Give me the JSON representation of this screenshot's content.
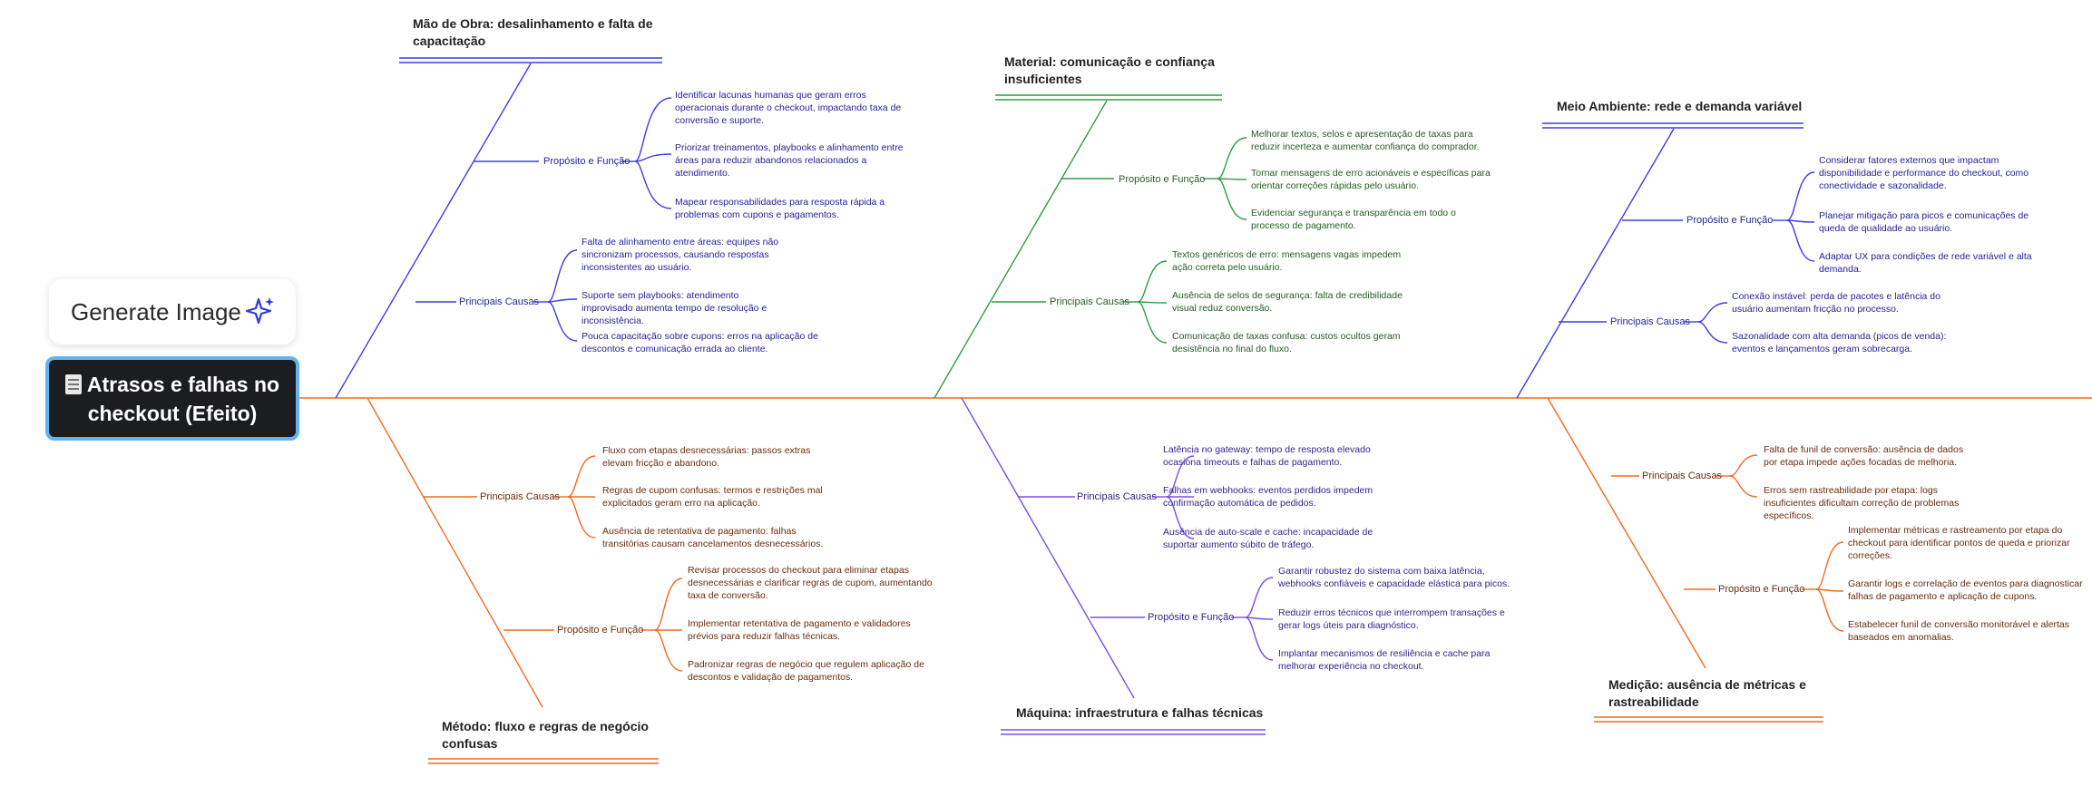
{
  "generate_button": {
    "label": "Generate Image",
    "icon": "sparkle-icon"
  },
  "effect": {
    "icon": "document-icon",
    "label": "Atrasos e falhas no checkout (Efeito)"
  },
  "colors": {
    "spine": "#f26a21",
    "mao_de_obra": "#3d3de0",
    "material": "#2f9e44",
    "meio_ambiente": "#3d3de0",
    "metodo": "#f26a21",
    "maquina": "#7b4de8",
    "medicao": "#f26a21"
  },
  "categories": {
    "mao_de_obra": {
      "title": "Mão de Obra: desalinhamento e falta de capacitação",
      "proposito": {
        "label": "Propósito e Função",
        "items": [
          "Identificar lacunas humanas que geram erros operacionais durante o checkout, impactando taxa de conversão e suporte.",
          "Priorizar treinamentos, playbooks e alinhamento entre áreas para reduzir abandonos relacionados a atendimento.",
          "Mapear responsabilidades para resposta rápida a problemas com cupons e pagamentos."
        ]
      },
      "causas": {
        "label": "Principais Causas",
        "items": [
          "Falta de alinhamento entre áreas: equipes não sincronizam processos, causando respostas inconsistentes ao usuário.",
          "Suporte sem playbooks: atendimento improvisado aumenta tempo de resolução e inconsistência.",
          "Pouca capacitação sobre cupons: erros na aplicação de descontos e comunicação errada ao cliente."
        ]
      }
    },
    "material": {
      "title": "Material: comunicação e confiança insuficientes",
      "proposito": {
        "label": "Propósito e Função",
        "items": [
          "Melhorar textos, selos e apresentação de taxas para reduzir incerteza e aumentar confiança do comprador.",
          "Tornar mensagens de erro acionáveis e específicas para orientar correções rápidas pelo usuário.",
          "Evidenciar segurança e transparência em todo o processo de pagamento."
        ]
      },
      "causas": {
        "label": "Principais Causas",
        "items": [
          "Textos genéricos de erro: mensagens vagas impedem ação correta pelo usuário.",
          "Ausência de selos de segurança: falta de credibilidade visual reduz conversão.",
          "Comunicação de taxas confusa: custos ocultos geram desistência no final do fluxo."
        ]
      }
    },
    "meio_ambiente": {
      "title": "Meio Ambiente: rede e demanda variável",
      "proposito": {
        "label": "Propósito e Função",
        "items": [
          "Considerar fatores externos que impactam disponibilidade e performance do checkout, como conectividade e sazonalidade.",
          "Planejar mitigação para picos e comunicações de queda de qualidade ao usuário.",
          "Adaptar UX para condições de rede variável e alta demanda."
        ]
      },
      "causas": {
        "label": "Principais Causas",
        "items": [
          "Conexão instável: perda de pacotes e latência do usuário aumentam fricção no processo.",
          "Sazonalidade com alta demanda (picos de venda): eventos e lançamentos geram sobrecarga."
        ]
      }
    },
    "metodo": {
      "title": "Método: fluxo e regras de negócio confusas",
      "causas": {
        "label": "Principais Causas",
        "items": [
          "Fluxo com etapas desnecessárias: passos extras elevam fricção e abandono.",
          "Regras de cupom confusas: termos e restrições mal explicitados geram erro na aplicação.",
          "Ausência de retentativa de pagamento: falhas transitórias causam cancelamentos desnecessários."
        ]
      },
      "proposito": {
        "label": "Propósito e Função",
        "items": [
          "Revisar processos do checkout para eliminar etapas desnecessárias e clarificar regras de cupom, aumentando taxa de conversão.",
          "Implementar retentativa de pagamento e validadores prévios para reduzir falhas técnicas.",
          "Padronizar regras de negócio que regulem aplicação de descontos e validação de pagamentos."
        ]
      }
    },
    "maquina": {
      "title": "Máquina: infraestrutura e falhas técnicas",
      "causas": {
        "label": "Principais Causas",
        "items": [
          "Latência no gateway: tempo de resposta elevado ocasiona timeouts e falhas de pagamento.",
          "Falhas em webhooks: eventos perdidos impedem confirmação automática de pedidos.",
          "Ausência de auto-scale e cache: incapacidade de suportar aumento súbito de tráfego."
        ]
      },
      "proposito": {
        "label": "Propósito e Função",
        "items": [
          "Garantir robustez do sistema com baixa latência, webhooks confiáveis e capacidade elástica para picos.",
          "Reduzir erros técnicos que interrompem transações e gerar logs úteis para diagnóstico.",
          "Implantar mecanismos de resiliência e cache para melhorar experiência no checkout."
        ]
      }
    },
    "medicao": {
      "title": "Medição: ausência de métricas e rastreabilidade",
      "causas": {
        "label": "Principais Causas",
        "items": [
          "Falta de funil de conversão: ausência de dados por etapa impede ações focadas de melhoria.",
          "Erros sem rastreabilidade por etapa: logs insuficientes dificultam correção de problemas específicos."
        ]
      },
      "proposito": {
        "label": "Propósito e Função",
        "items": [
          "Implementar métricas e rastreamento por etapa do checkout para identificar pontos de queda e priorizar correções.",
          "Garantir logs e correlação de eventos para diagnosticar falhas de pagamento e aplicação de cupons.",
          "Estabelecer funil de conversão monitorável e alertas baseados em anomalias."
        ]
      }
    }
  }
}
